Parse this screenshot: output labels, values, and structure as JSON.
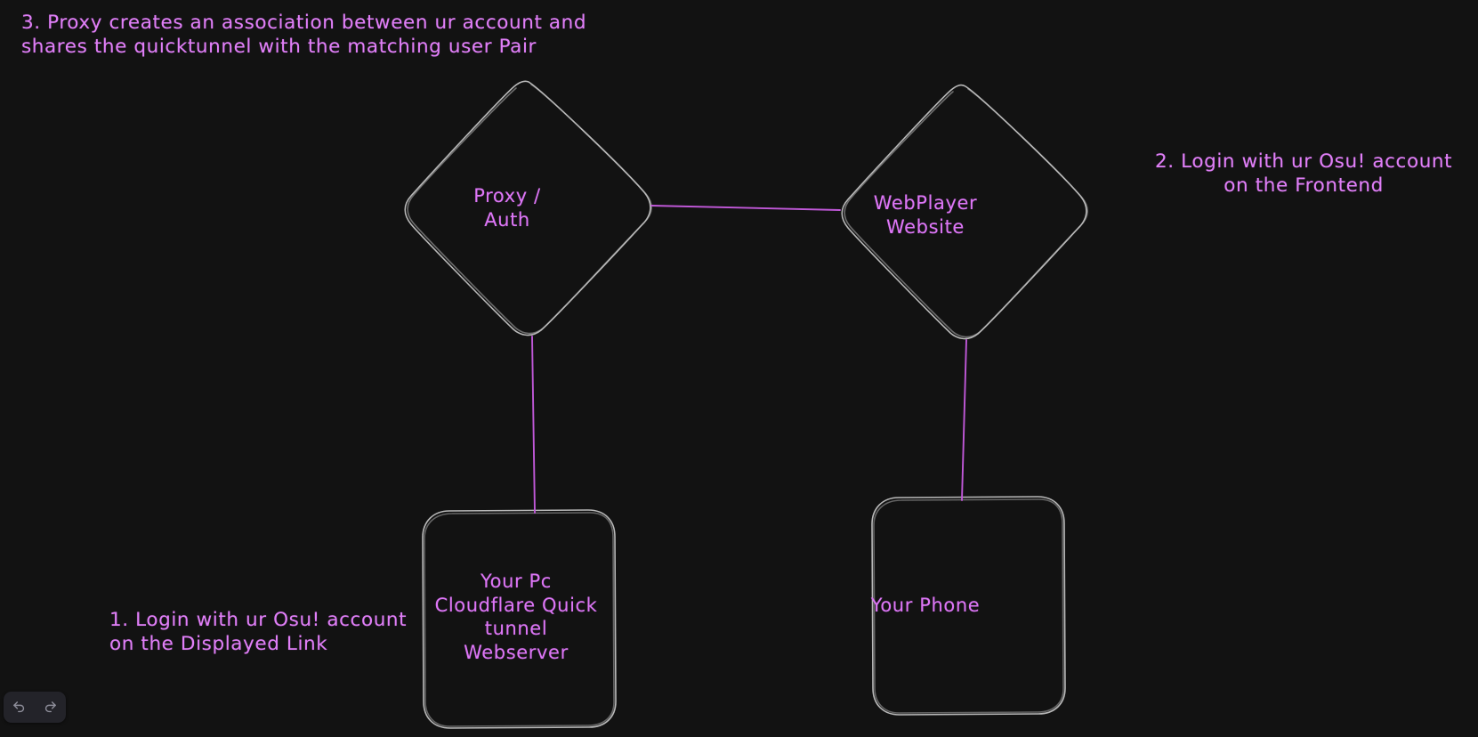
{
  "app": {
    "name": "excalidraw-canvas",
    "background_color": "#121212",
    "stroke_color": "#c9c9c9",
    "accent_color": "#c058d8",
    "text_color": "#d86ef5"
  },
  "notes": [
    {
      "id": "note-3",
      "line1": "3. Proxy creates an association between ur account and",
      "line2": "shares the quicktunnel with the matching user Pair"
    },
    {
      "id": "note-2",
      "line1": "2. Login with ur Osu! account",
      "line2": "on the Frontend"
    },
    {
      "id": "note-1",
      "line1": "1. Login with ur Osu! account",
      "line2": "on the Displayed Link"
    }
  ],
  "nodes": [
    {
      "id": "proxy-auth",
      "shape": "diamond",
      "line1": "Proxy /",
      "line2": "Auth"
    },
    {
      "id": "webplayer-website",
      "shape": "diamond",
      "line1": "WebPlayer",
      "line2": "Website"
    },
    {
      "id": "your-pc",
      "shape": "rectangle",
      "line1": "Your Pc",
      "line2": "Cloudflare Quick",
      "line3": "tunnel",
      "line4": "Webserver"
    },
    {
      "id": "your-phone",
      "shape": "rectangle",
      "line1": "Your Phone"
    }
  ],
  "edges": [
    {
      "id": "edge-proxy-to-webplayer",
      "from": "proxy-auth",
      "to": "webplayer-website"
    },
    {
      "id": "edge-proxy-to-your-pc",
      "from": "proxy-auth",
      "to": "your-pc"
    },
    {
      "id": "edge-webplayer-to-your-phone",
      "from": "webplayer-website",
      "to": "your-phone"
    }
  ],
  "toolbar": {
    "undo_label": "Undo",
    "redo_label": "Redo",
    "undo_icon": "undo-arrow-icon",
    "redo_icon": "redo-arrow-icon"
  }
}
